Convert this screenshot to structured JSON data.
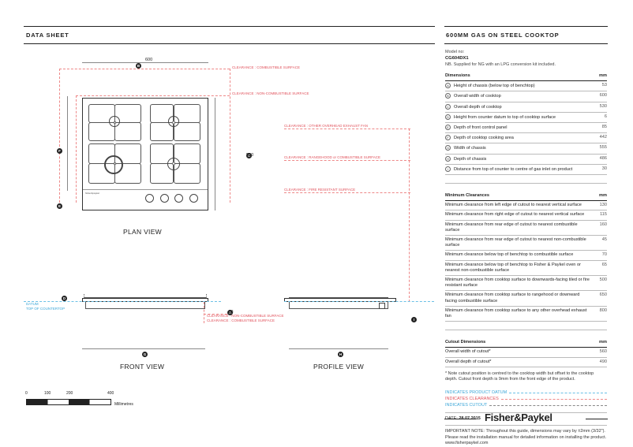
{
  "header": {
    "left_title": "DATA SHEET",
    "right_title": "600MM GAS ON STEEL COOKTOP"
  },
  "model": {
    "label": "Model no:",
    "number": "CG604DX1",
    "note": "NB. Supplied for NG with an LPG conversion kit included."
  },
  "dimensions": {
    "header": "Dimensions",
    "unit": "mm",
    "rows": [
      {
        "key": "A",
        "label": "Height of chassis (below top of benchtop)",
        "value": "53"
      },
      {
        "key": "B",
        "label": "Overall width of cooktop",
        "value": "600"
      },
      {
        "key": "C",
        "label": "Overall depth of cooktop",
        "value": "530"
      },
      {
        "key": "D",
        "label": "Height from counter datum to top of cooktop surface",
        "value": "6"
      },
      {
        "key": "E",
        "label": "Depth of front control panel",
        "value": "85"
      },
      {
        "key": "F",
        "label": "Depth of cooktop cooking area",
        "value": "442"
      },
      {
        "key": "G",
        "label": "Width of chassis",
        "value": "555"
      },
      {
        "key": "H",
        "label": "Depth of chassis",
        "value": "486"
      },
      {
        "key": "I",
        "label": "Distance from top of counter to centre of gas inlet on product",
        "value": "30"
      }
    ]
  },
  "clearances": {
    "header": "Minimum Clearances",
    "unit": "mm",
    "rows": [
      {
        "label": "Minimum clearance from left edge of cutout to nearest vertical surface",
        "value": "130"
      },
      {
        "label": "Minimum clearance from right edge of cutout to nearest vertical surface",
        "value": "115"
      },
      {
        "label": "Minimum clearance from rear edge of cutout to nearest combustible surface",
        "value": "160"
      },
      {
        "label": "Minimum clearance from rear edge of cutout to nearest non-combustible surface",
        "value": "45"
      },
      {
        "label": "Minimum clearance below top of benchtop to combustible surface",
        "value": "70"
      },
      {
        "label": "Minimum clearance below top of benchtop to Fisher & Paykel oven or nearest non-combustible surface",
        "value": "65"
      },
      {
        "label": "Minimum clearance from cooktop surface to downwards-facing tiled or fire resistant surface",
        "value": "500"
      },
      {
        "label": "Minimum clearance from cooktop surface to rangehood or downward facing combustible surface",
        "value": "650"
      },
      {
        "label": "Minimum clearance from cooktop surface to any other overhead exhaust fan",
        "value": "800"
      }
    ]
  },
  "cutout": {
    "header": "Cutout Dimensions",
    "unit": "mm",
    "rows": [
      {
        "label": "Overall width of cutout*",
        "value": "560"
      },
      {
        "label": "Overall depth of cutout*",
        "value": "490"
      }
    ],
    "note": "* Note cutout position is centred to the cooktop width but offset to the cooktop depth. Cutout front depth is 9mm from the front edge of the product."
  },
  "legend": {
    "datum": "INDICATES PRODUCT DATUM",
    "clearances": "INDICATES CLEARANCES",
    "cutout": "INDICATES CUTOUT"
  },
  "date": {
    "label": "DATE:",
    "value": "28.07.2015"
  },
  "important": "IMPORTANT NOTE: Throughout this guide, dimensions may vary by ±2mm (3/32\"). Please read the installation manual for detailed information on installing the product. www.fisherpaykel.com",
  "brand": "Fisher&Paykel",
  "views": {
    "plan": "PLAN VIEW",
    "front": "FRONT VIEW",
    "profile": "PROFILE VIEW"
  },
  "drawing_labels": {
    "width_600": "600",
    "depth_530": "530",
    "dim_53": "53",
    "clr_combustible": "CLEARANCE : COMBUSTIBLE SURFACE",
    "clr_noncombustible": "CLEARANCE : NON-COMBUSTIBLE SURFACE",
    "clr_overhead_fan": "CLEARANCE : OTHER OVERHEAD EXHAUST FAN",
    "clr_rangehood": "CLEARANCE : RANGEHOOD or COMBUSTIBLE SURFACE",
    "clr_fire_resistant": "CLEARANCE : FIRE RESISTANT SURFACE",
    "clr_noncombustible_2": "CLEARANCE : NON-COMBUSTIBLE SURFACE",
    "clr_combustible_2": "CLEARANCE : COMBUSTIBLE SURFACE",
    "datum": "DATUM",
    "datum_sub": "TOP OF COUNTERTOP",
    "brand_mark": "fisher&paykel"
  },
  "scale": {
    "ticks": [
      "0",
      "100",
      "200",
      "400"
    ],
    "unit": "Millimetres"
  },
  "markers": {
    "a": "A",
    "b": "B",
    "c": "C",
    "d": "D",
    "e": "E",
    "f": "F",
    "g": "G",
    "h": "H",
    "i": "I"
  },
  "colors": {
    "clearance": "#e0505a",
    "datum": "#3aa6d8",
    "cutout": "#555555"
  }
}
